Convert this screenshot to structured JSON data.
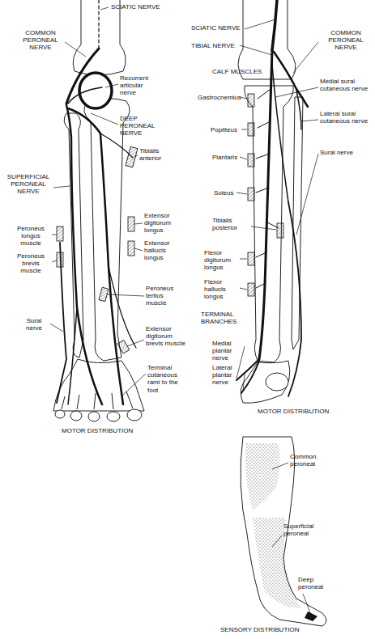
{
  "diagram": {
    "labels": [
      "SCIATIC NERVE",
      "COMMON PERONEAL NERVE",
      "Recurrent articular nerve",
      "DEEP PERONEAL NERVE",
      "Tibialis anterior",
      "SUPERFICIAL PERONEAL NERVE",
      "Peroneus longus muscle",
      "Peroneus brevis muscle",
      "Extensor digitorum longus",
      "Extensor hallucis longus",
      "Peroneus tertius muscle",
      "Sural nerve",
      "Extensor digitorum brevis muscle",
      "Terminal cutaneous rami to the foot",
      "MOTOR DISTRIBUTION",
      "SCIATIC NERVE",
      "TIBIAL NERVE",
      "COMMON PERONEAL NERVE",
      "CALF MUSCLES",
      "Medial sural cutaneous nerve",
      "Gastrocnemius",
      "Lateral sural cutaneous nerve",
      "Popliteus",
      "Plantaris",
      "Sural nerve",
      "Soleus",
      "Tibialis posterior",
      "Flexor digitorum longus",
      "Flexor hallucis longus",
      "TERMINAL BRANCHES",
      "Medial plantar nerve",
      "Lateral plantar nerve",
      "MOTOR DISTRIBUTION",
      "Common peroneal",
      "Superficial peroneal",
      "Deep peroneal",
      "SENSORY DISTRIBUTION"
    ]
  }
}
